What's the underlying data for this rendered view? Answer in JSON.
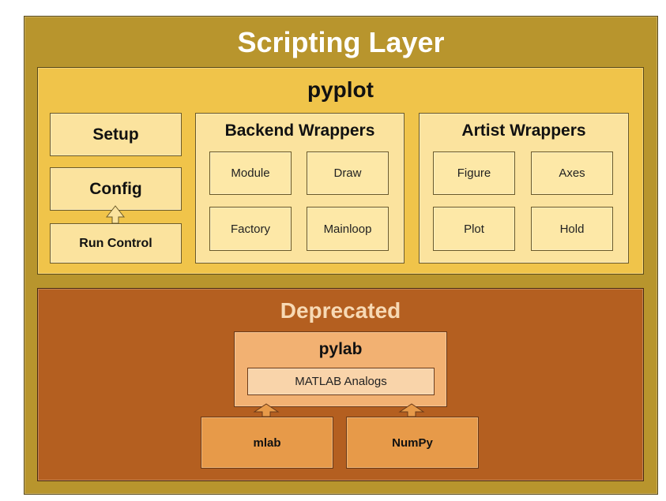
{
  "scripting_layer": {
    "title": "Scripting Layer",
    "pyplot": {
      "title": "pyplot",
      "left_column": {
        "setup": "Setup",
        "config": "Config",
        "run_control": "Run Control"
      },
      "backend_wrappers": {
        "title": "Backend Wrappers",
        "items": [
          "Module",
          "Draw",
          "Factory",
          "Mainloop"
        ]
      },
      "artist_wrappers": {
        "title": "Artist Wrappers",
        "items": [
          "Figure",
          "Axes",
          "Plot",
          "Hold"
        ]
      }
    },
    "deprecated": {
      "title": "Deprecated",
      "pylab": {
        "title": "pylab",
        "matlab_analogs": "MATLAB Analogs"
      },
      "mlab": "mlab",
      "numpy": "NumPy"
    }
  },
  "colors": {
    "outer": "#b8952d",
    "pyplot": "#f0c44a",
    "pale_box": "#fbe39e",
    "deprecated": "#b45f20",
    "pylab": "#f2b172",
    "orange_box": "#e79a49"
  }
}
